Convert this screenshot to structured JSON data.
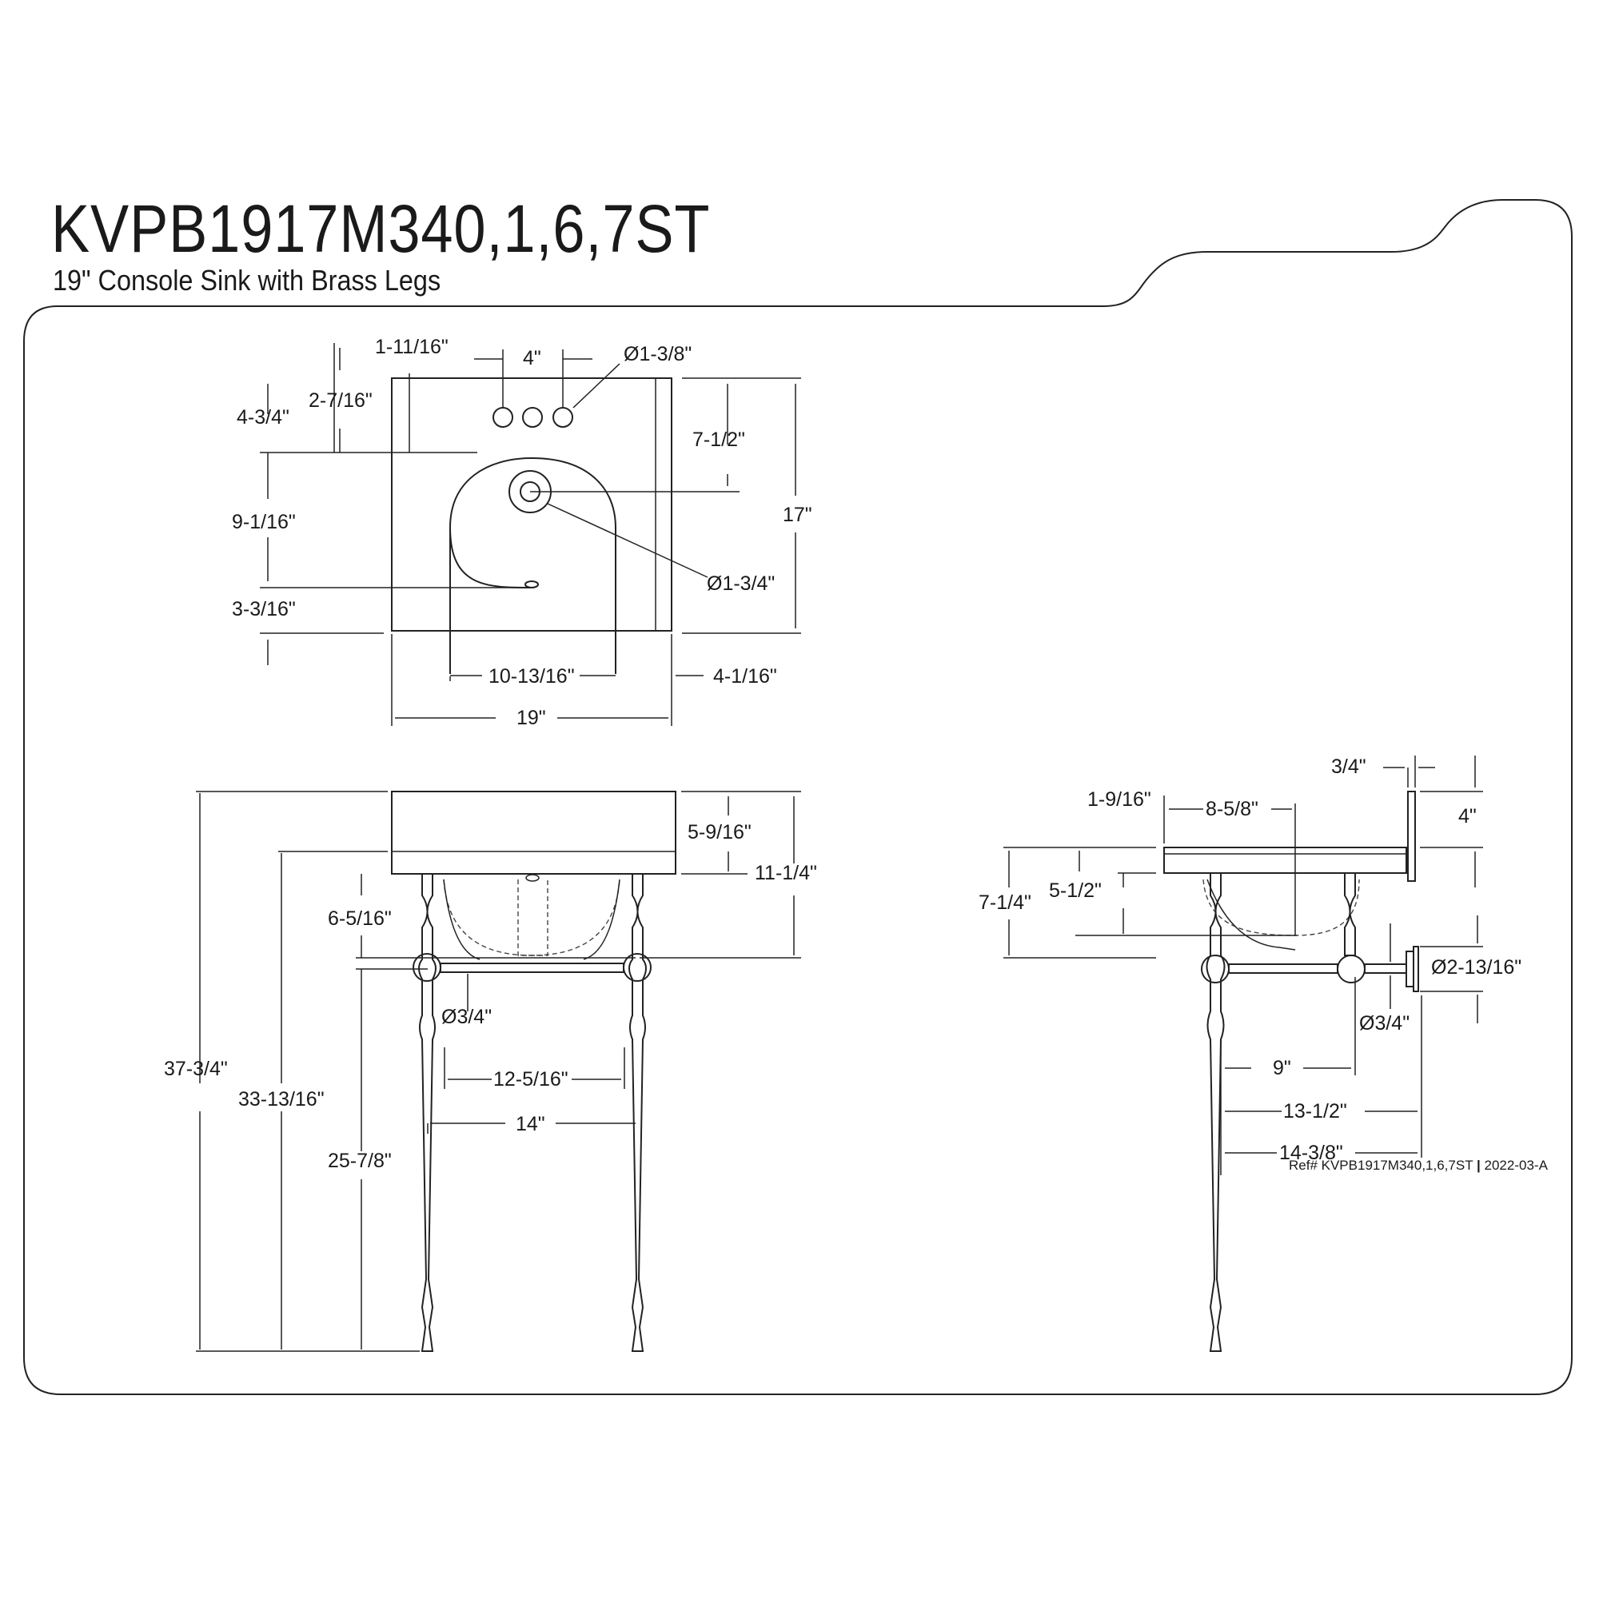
{
  "header": {
    "model": "KVPB1917M340,1,6,7ST",
    "subtitle": "19\" Console Sink with Brass Legs"
  },
  "footer": {
    "ref": "Ref# KVPB1917M340,1,6,7ST",
    "separator": "|",
    "revision": "2022-03-A"
  },
  "top_view": {
    "d_1_11_16": "1-11/16\"",
    "d_4": "4\"",
    "d_hole": "Ø1-3/8\"",
    "d_2_7_16": "2-7/16\"",
    "d_4_3_4": "4-3/4\"",
    "d_7_1_2": "7-1/2\"",
    "d_9_1_16": "9-1/16\"",
    "d_17": "17\"",
    "d_drain": "Ø1-3/4\"",
    "d_3_3_16": "3-3/16\"",
    "d_10_13_16": "10-13/16\"",
    "d_4_1_16": "4-1/16\"",
    "d_19": "19\""
  },
  "front_view": {
    "d_5_9_16": "5-9/16\"",
    "d_11_1_4": "11-1/4\"",
    "d_6_5_16": "6-5/16\"",
    "d_bar": "Ø3/4\"",
    "d_37_3_4": "37-3/4\"",
    "d_33_13_16": "33-13/16\"",
    "d_25_7_8": "25-7/8\"",
    "d_12_5_16": "12-5/16\"",
    "d_14": "14\""
  },
  "side_view": {
    "d_3_4": "3/4\"",
    "d_4": "4\"",
    "d_1_9_16": "1-9/16\"",
    "d_8_5_8": "8-5/8\"",
    "d_7_1_4": "7-1/4\"",
    "d_5_1_2": "5-1/2\"",
    "d_flange": "Ø2-13/16\"",
    "d_bar": "Ø3/4\"",
    "d_9": "9\"",
    "d_13_1_2": "13-1/2\"",
    "d_14_3_8": "14-3/8\""
  }
}
